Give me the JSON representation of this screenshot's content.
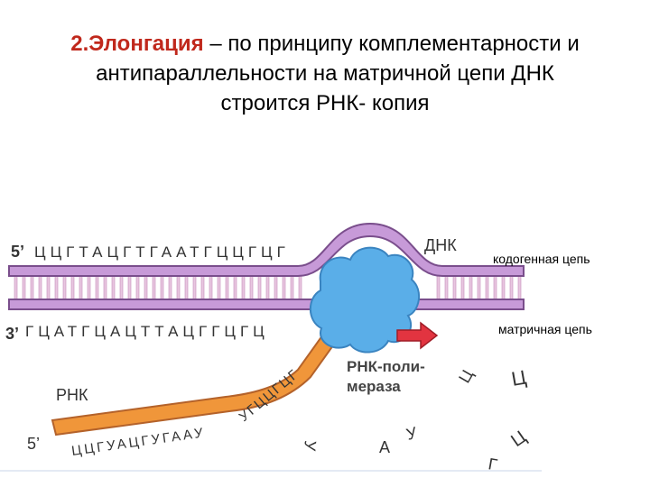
{
  "title": {
    "highlight": "2.Элонгация",
    "rest": " – по принципу комплементарности и антипараллельности на матричной цепи ДНК строится РНК- копия"
  },
  "labels": {
    "top_5prime": "5’",
    "bottom_3prime": "3’",
    "rna_5prime": "5’",
    "dna": "ДНК",
    "rna": "РНК",
    "enzyme_line1": "РНК-поли-",
    "enzyme_line2": "мераза",
    "coding_strand": "кодогенная цепь",
    "template_strand": "матричная цепь"
  },
  "sequences": {
    "top": "ЦЦГТАЦГТГААТГЦЦГЦГ",
    "bottom": "ГЦАТГЦАЦТТАЦГГЦГЦ",
    "rna_diagonal": "УГЦЦГЦГ",
    "rna_base": "ЦЦГУАЦГУГААУ",
    "free_nucleotides": [
      "Ц",
      "Ц",
      "У",
      "А",
      "У",
      "Г",
      "Ц"
    ]
  },
  "colors": {
    "dna_strand": "#c79ad8",
    "dna_outline": "#7a4e8c",
    "rna_strand": "#f0963a",
    "rna_outline": "#b4622a",
    "polymerase": "#5aaee8",
    "arrow": "#e23440",
    "highlight": "#c0281c"
  }
}
